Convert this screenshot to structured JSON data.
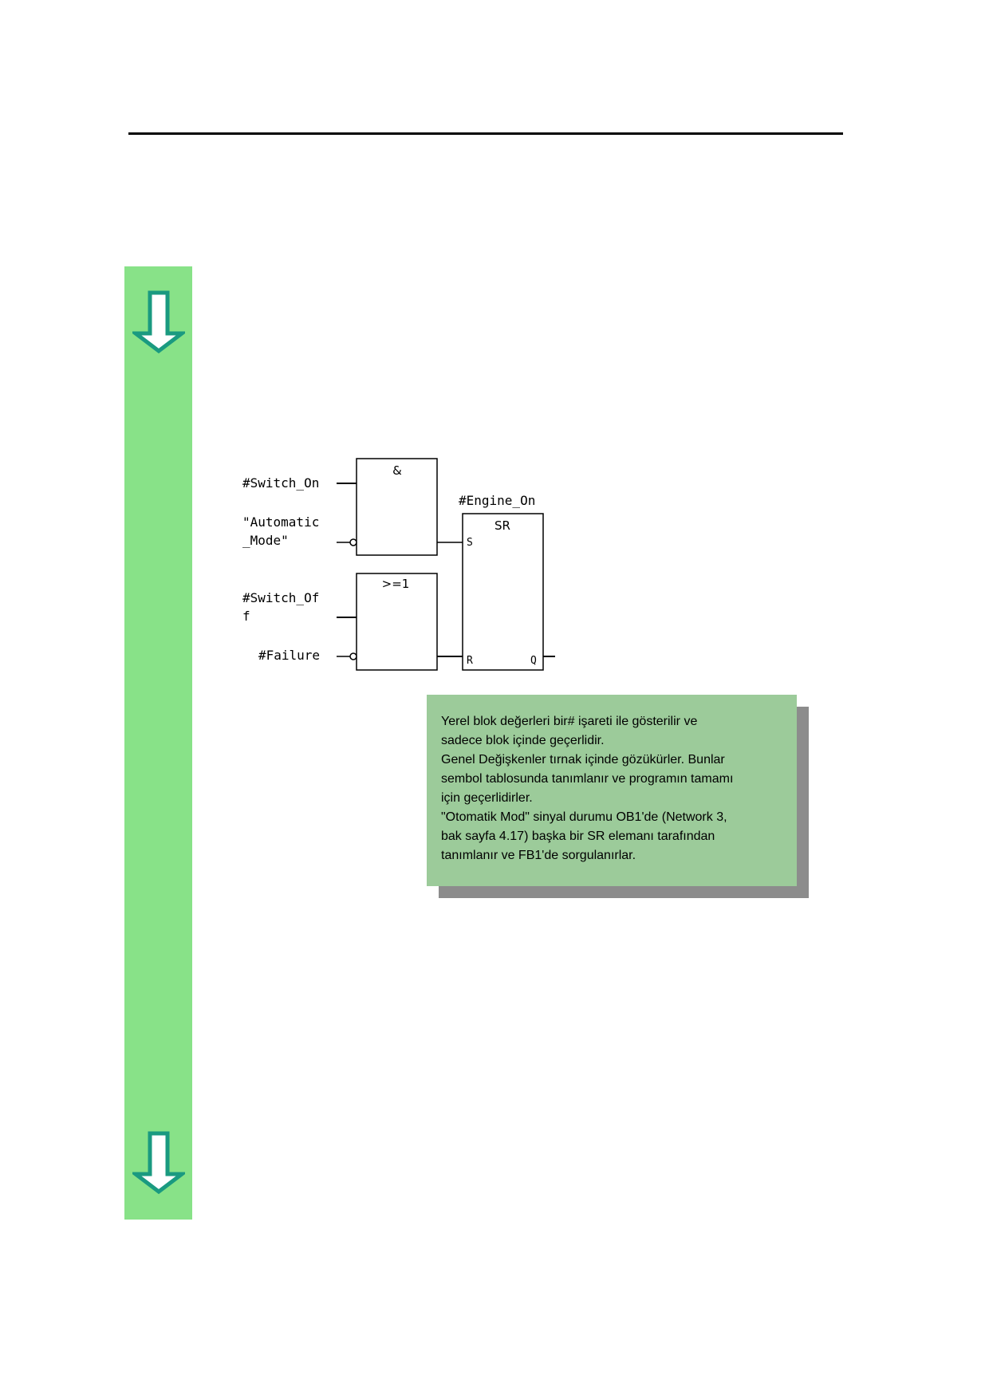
{
  "diagram": {
    "inputs": {
      "switch_on": "#Switch_On",
      "automatic_mode_line1": "\"Automatic",
      "automatic_mode_line2": "_Mode\"",
      "switch_off_line1": "#Switch_Of",
      "switch_off_line2": "f",
      "failure": "#Failure"
    },
    "and_block_label": "&",
    "or_block_label": ">=1",
    "sr_block": {
      "instance": "#Engine_On",
      "label": "SR",
      "set_pin": "S",
      "reset_pin": "R",
      "output_pin": "Q"
    }
  },
  "note": {
    "lines": [
      "Yerel blok değerleri bir# işareti ile gösterilir ve",
      "sadece blok içinde geçerlidir.",
      "Genel Değişkenler tırnak içinde gözükürler. Bunlar",
      "sembol tablosunda tanımlanır ve programın tamamı",
      " için geçerlidirler.",
      "\"Otomatik Mod\" sinyal durumu OB1'de (Network 3,",
      "bak sayfa  4.17) başka bir SR elemanı tarafından",
      "tanımlanır ve FB1'de sorgulanırlar."
    ]
  },
  "colors": {
    "green_bar": "#88e288",
    "arrow_fill": "#ffffff",
    "arrow_stroke": "#1a9a80",
    "note_background": "#9ccb9a",
    "note_shadow": "#8c8c8c"
  },
  "icons": {
    "top_arrow": "arrow-down-icon",
    "bottom_arrow": "arrow-down-icon"
  }
}
